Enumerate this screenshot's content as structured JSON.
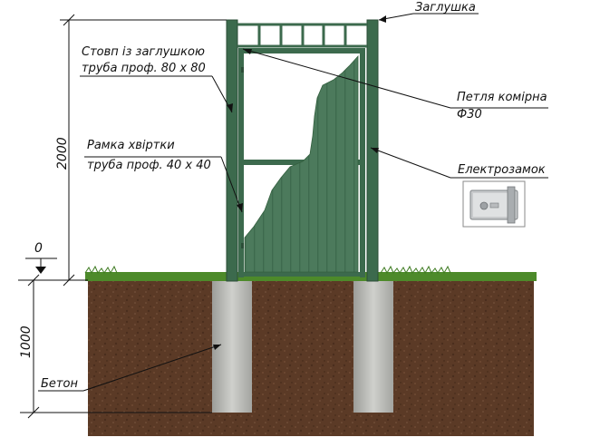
{
  "labels": {
    "cap": "Заглушка",
    "post_line1": "Стовп із заглушкою",
    "post_line2": "труба проф. 80 х 80",
    "hinge_line1": "Петля комірна",
    "hinge_line2": "Ф30",
    "frame_line1": "Рамка хвіртки",
    "frame_line2": "труба проф. 40 х 40",
    "lock": "Електрозамок",
    "concrete": "Бетон"
  },
  "dimensions": {
    "height_above": "2000",
    "ground_zero": "0",
    "depth_below": "1000"
  },
  "colors": {
    "frame_green": "#3c6a4d",
    "sheet_green": "#4c7a5c",
    "soil": "#5b3a26",
    "grass": "#4d8a2a",
    "concrete": "#b9bab6"
  },
  "icons": {
    "lock_image": "electric-lock-icon"
  }
}
